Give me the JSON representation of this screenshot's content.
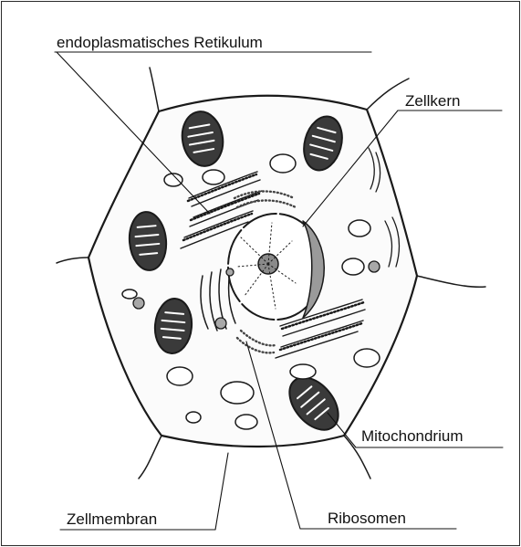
{
  "labels": {
    "er": "endoplasmatisches Retikulum",
    "nucleus": "Zellkern",
    "mitochondrion": "Mitochondrium",
    "membrane": "Zellmembran",
    "ribosomes": "Ribosomen"
  },
  "colors": {
    "line": "#1a1a1a",
    "mitochondrion_fill": "#3a3a3a",
    "nucleolus": "#8a8a8a",
    "chromatin": "#9a9a9a",
    "background": "#ffffff"
  }
}
